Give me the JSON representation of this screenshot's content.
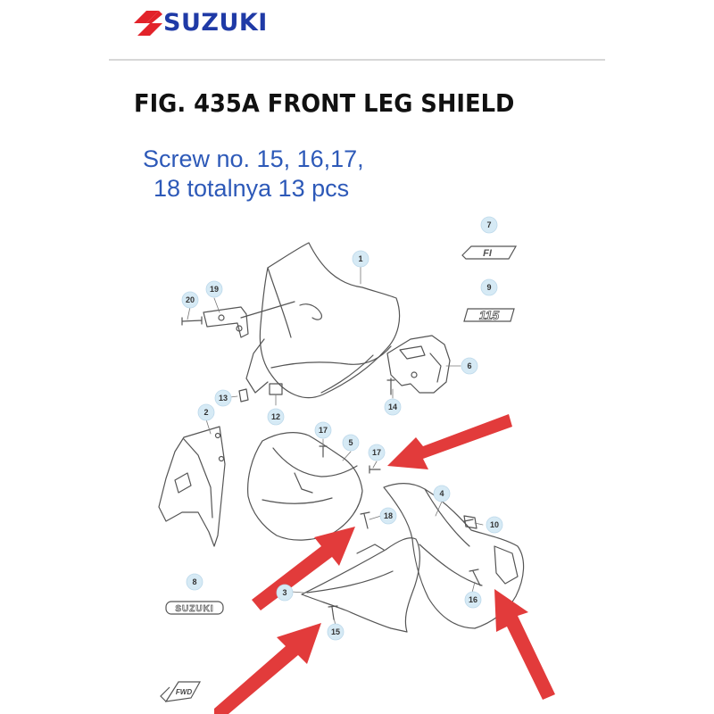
{
  "brand": {
    "name": "SUZUKI",
    "logo_color": "#e2232a",
    "text_color": "#1f3aa6"
  },
  "figure": {
    "title": "FIG. 435A FRONT LEG SHIELD"
  },
  "note": {
    "line1": "Screw no. 15, 16,17,",
    "line2": "18 totalnya 13 pcs",
    "color": "#2d59b8"
  },
  "callouts": [
    "1",
    "2",
    "3",
    "4",
    "5",
    "6",
    "7",
    "8",
    "9",
    "10",
    "12",
    "13",
    "14",
    "15",
    "16",
    "17",
    "17",
    "18",
    "19",
    "20"
  ],
  "badges": {
    "eight_label": "SUZUKI",
    "seven_label": "FI",
    "nine_label": "115",
    "fwd_label": "FWD"
  },
  "colors": {
    "callout_fill": "#d6eaf5",
    "arrow": "#e23b3b",
    "line": "#555555"
  }
}
